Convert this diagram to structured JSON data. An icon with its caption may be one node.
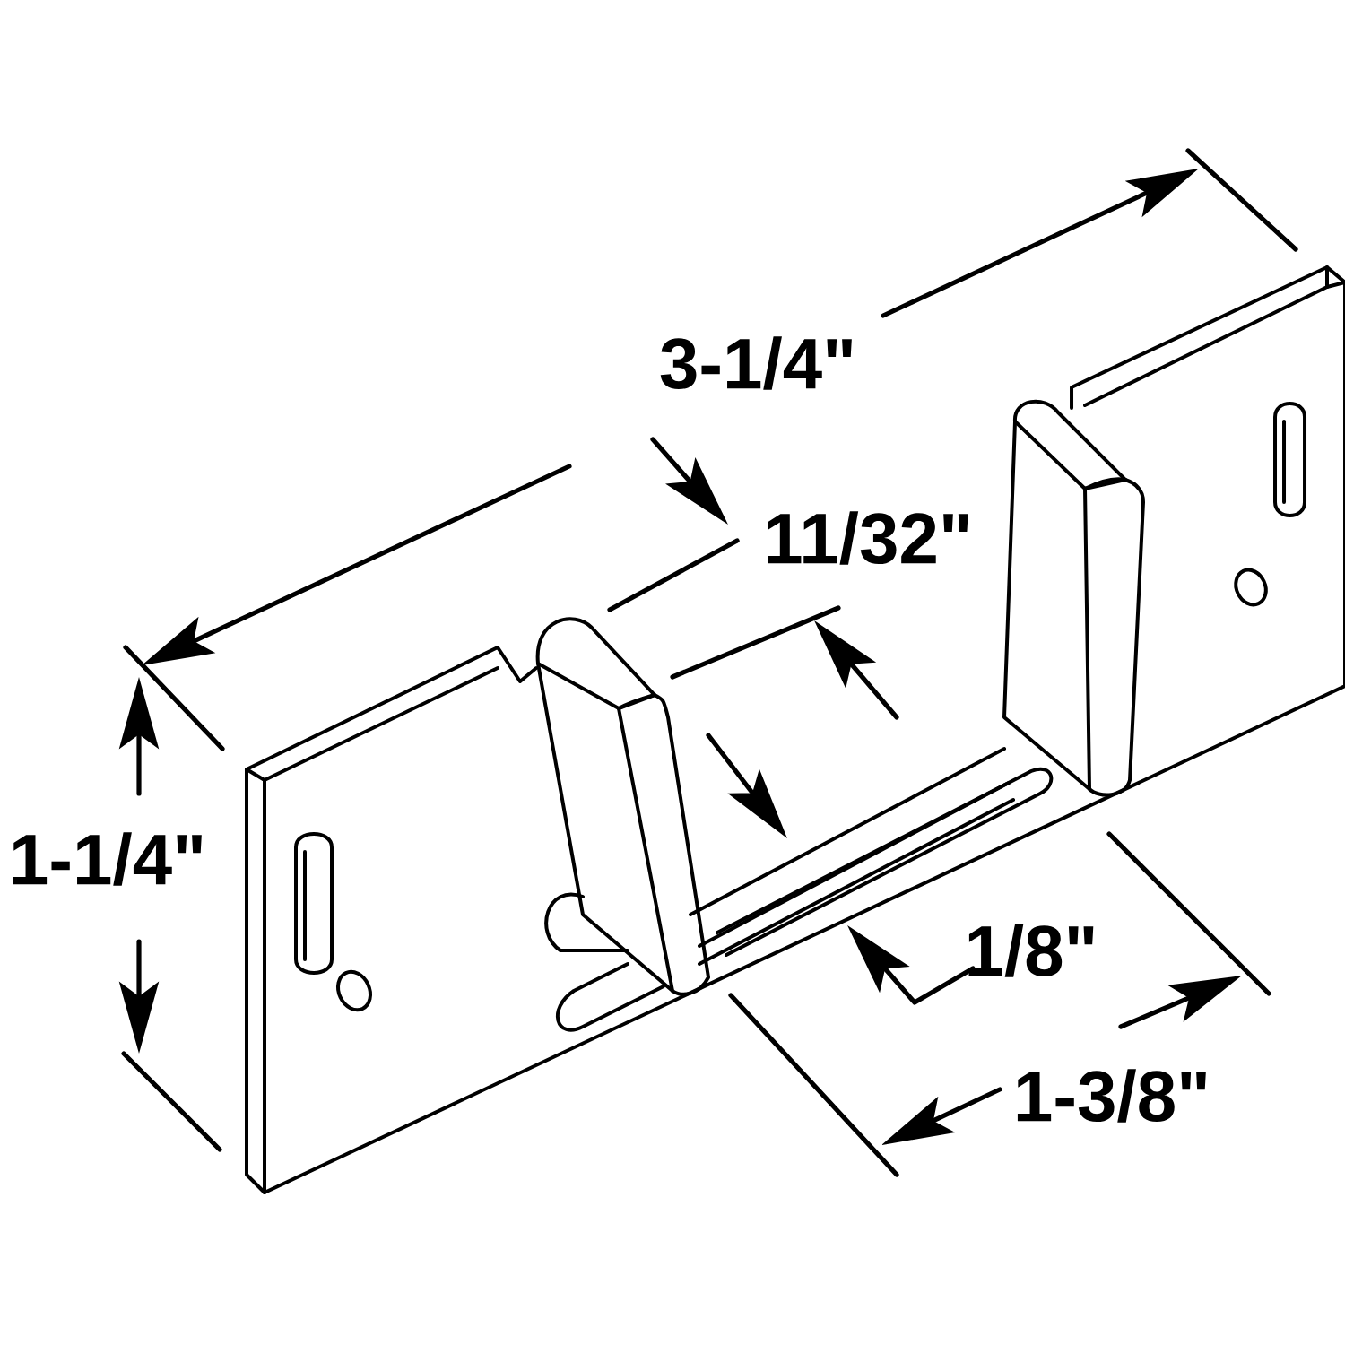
{
  "diagram": {
    "labels": [
      "3-1/4\"",
      "11/32\"",
      "1-1/4\"",
      "1/8\"",
      "1-3/8\""
    ]
  }
}
